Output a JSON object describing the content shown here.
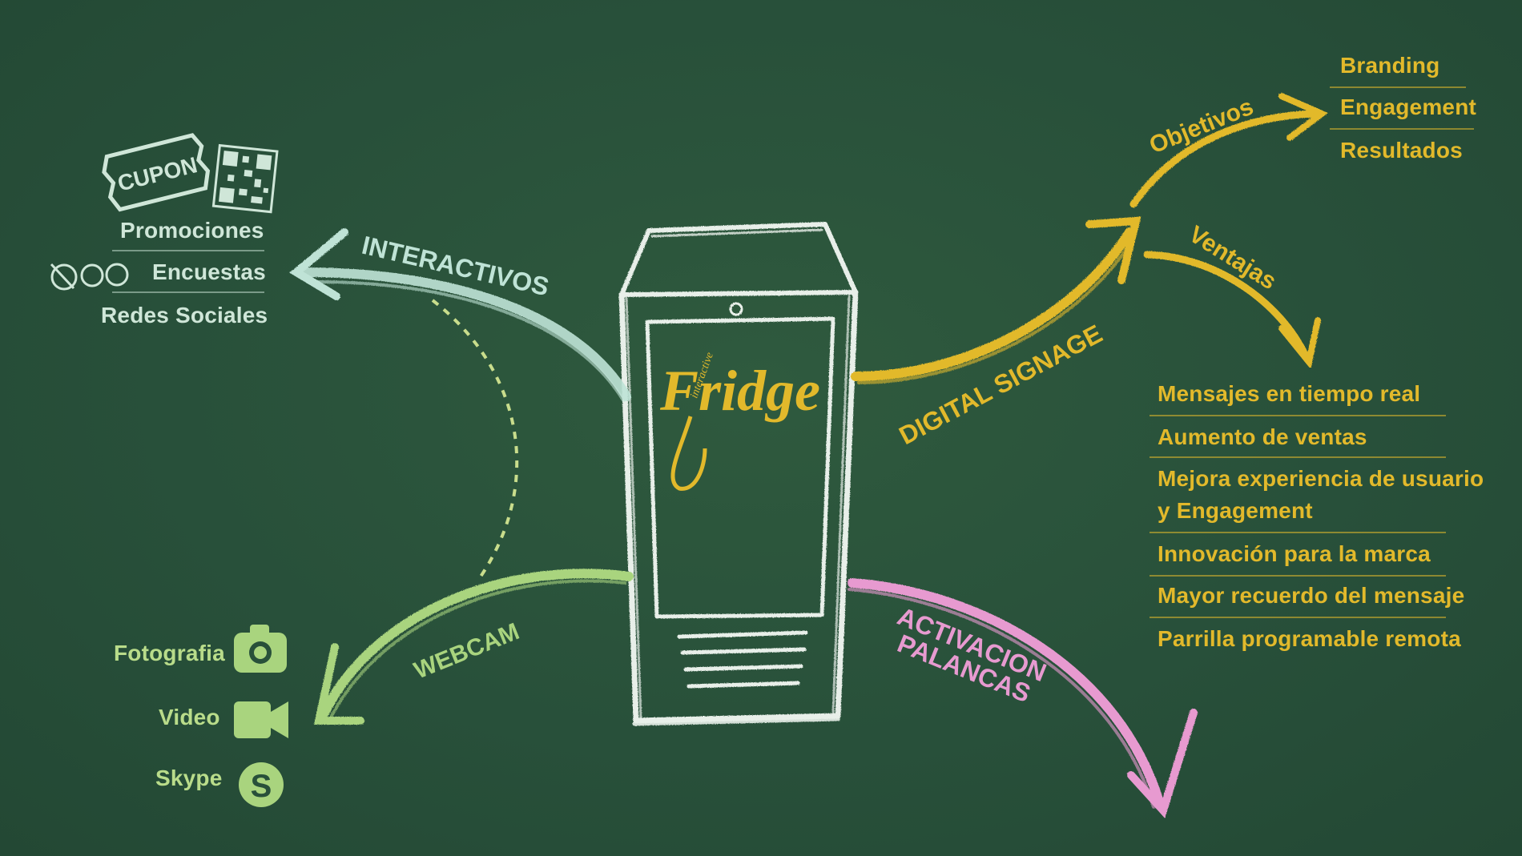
{
  "center": {
    "brand_script": "Fridge",
    "brand_small": "interactive"
  },
  "interactivos": {
    "title": "INTERACTIVOS",
    "coupon_label": "CUPON",
    "items": [
      "Promociones",
      "Encuestas",
      "Redes Sociales"
    ]
  },
  "webcam": {
    "title": "WEBCAM",
    "items": [
      {
        "label": "Fotografia",
        "icon": "camera-icon"
      },
      {
        "label": "Video",
        "icon": "video-camera-icon"
      },
      {
        "label": "Skype",
        "icon": "skype-icon"
      }
    ]
  },
  "digital_signage": {
    "title": "DIGITAL SIGNAGE",
    "objetivos": {
      "title": "Objetivos",
      "items": [
        "Branding",
        "Engagement",
        "Resultados"
      ]
    },
    "ventajas": {
      "title": "Ventajas",
      "items": [
        "Mensajes en tiempo real",
        "Aumento de ventas",
        "Mejora experiencia de usuario",
        "y Engagement",
        "Innovación para la marca",
        "Mayor recuerdo del mensaje",
        "Parrilla programable remota"
      ]
    }
  },
  "activacion": {
    "line1": "ACTIVACION",
    "line2": "PALANCAS"
  },
  "colors": {
    "board": "#28503a",
    "chalk_white": "#e8efe9",
    "mint": "#bfe3d6",
    "green": "#a9d47e",
    "yellow": "#e2b92b",
    "pink": "#e79ad0"
  }
}
